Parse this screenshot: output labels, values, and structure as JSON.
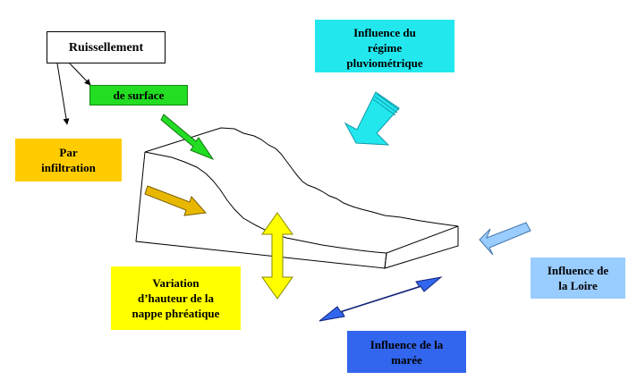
{
  "labels": {
    "ruissellement": "Ruissellement",
    "surface": "de surface",
    "infiltration": "Par\ninfiltration",
    "pluvio": "Influence du\nrégime\npluviométrique",
    "nappe": "Variation\nd’hauteur de la\nnappe phréatique",
    "loire": "Influence de\nla Loire",
    "maree": "Influence de la\nmarée"
  },
  "colors": {
    "surface": "#22dd22",
    "infiltration": "#ffcc00",
    "pluvio": "#22e8ee",
    "nappe": "#ffff00",
    "loire": "#99ccff",
    "maree": "#3366ee"
  }
}
